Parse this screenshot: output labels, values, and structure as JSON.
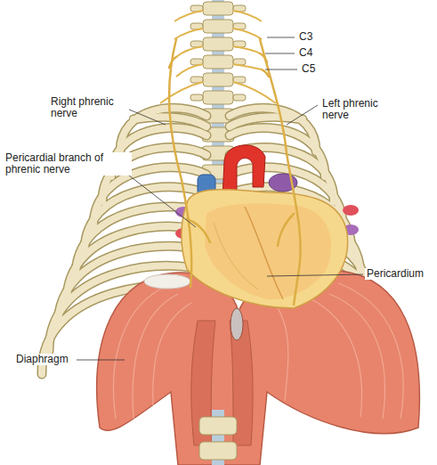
{
  "diagram": {
    "labels": [
      "C3",
      "C4",
      "C5",
      "Right phrenic nerve",
      "Left phrenic nerve",
      "Pericardial branch of phrenic nerve",
      "Pericardium",
      "Diaphragm"
    ]
  }
}
